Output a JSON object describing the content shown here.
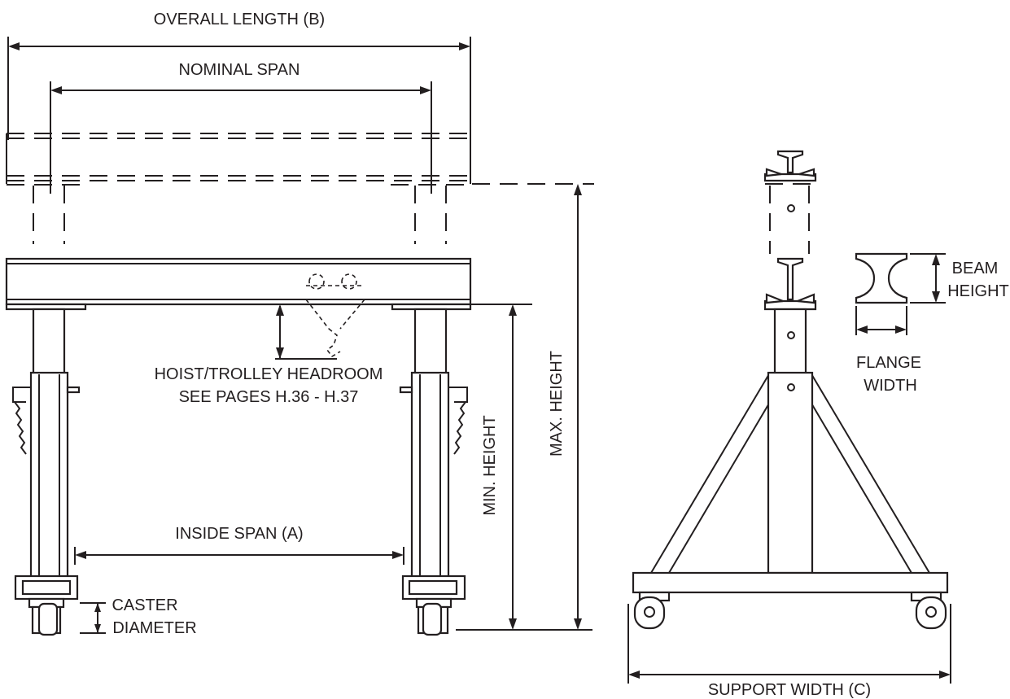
{
  "labels": {
    "overall_length": "OVERALL LENGTH (B)",
    "nominal_span": "NOMINAL SPAN",
    "hoist_headroom_1": "HOIST/TROLLEY HEADROOM",
    "hoist_headroom_2": "SEE PAGES H.36 - H.37",
    "inside_span": "INSIDE SPAN (A)",
    "caster_1": "CASTER",
    "caster_2": "DIAMETER",
    "min_height": "MIN. HEIGHT",
    "max_height": "MAX. HEIGHT",
    "beam_1": "BEAM",
    "beam_2": "HEIGHT",
    "flange_1": "FLANGE",
    "flange_2": "WIDTH",
    "support_width": "SUPPORT WIDTH (C)"
  }
}
